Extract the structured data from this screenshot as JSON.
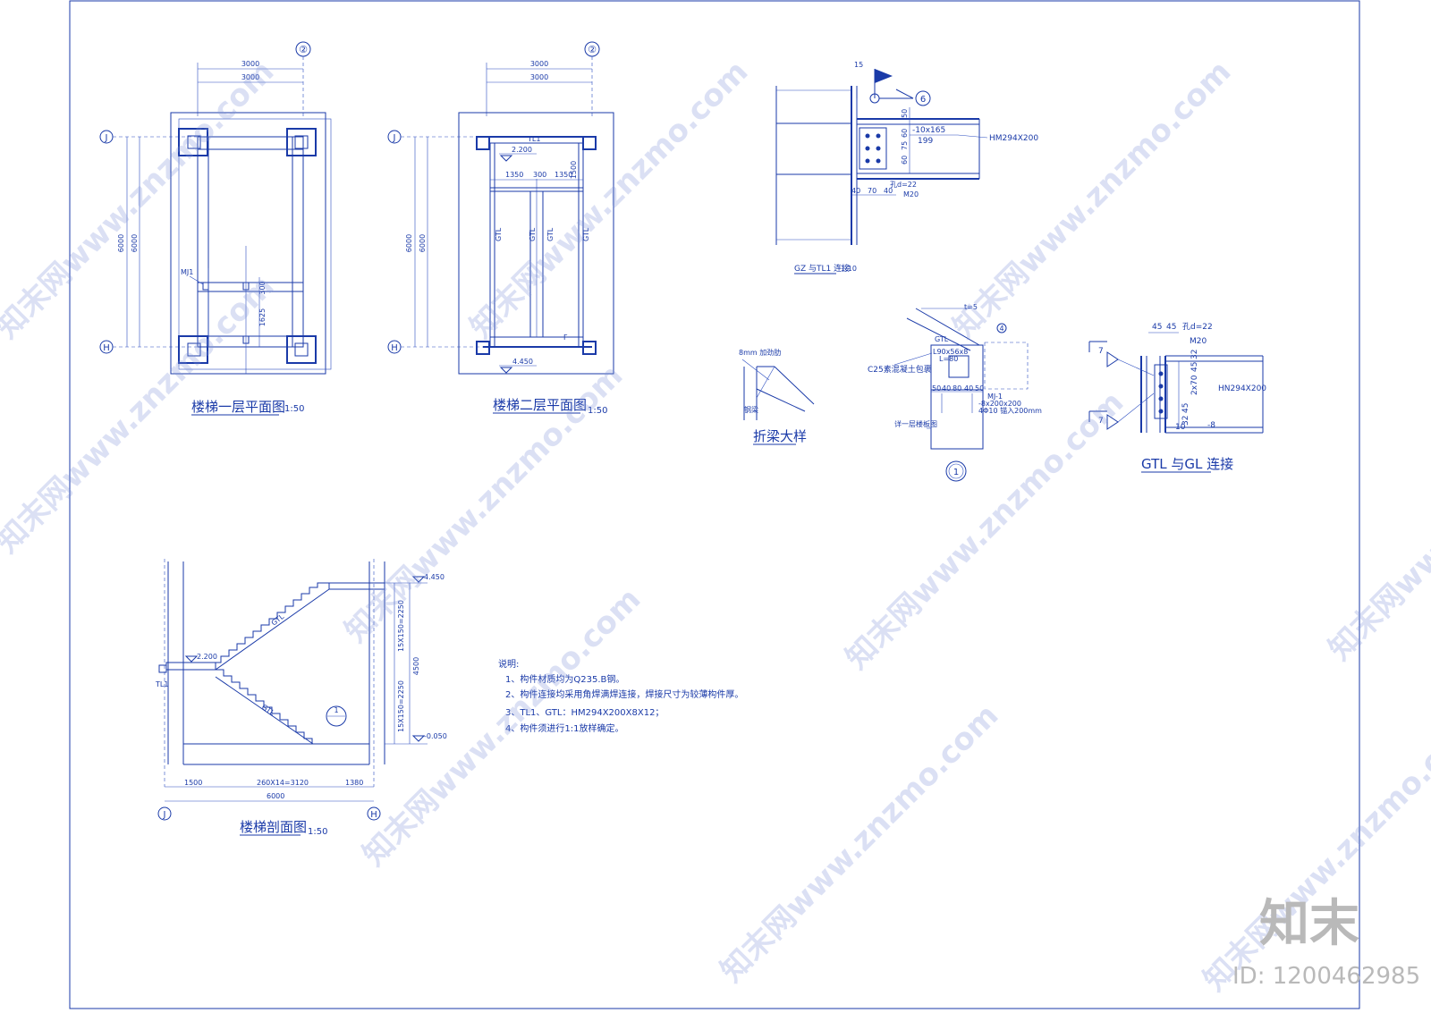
{
  "plan1": {
    "title": "楼梯一层平面图",
    "scale": "1:50",
    "axis_top": "②",
    "axis_j": "J",
    "axis_h": "H",
    "dim_top_outer": "3000",
    "dim_top_inner": "3000",
    "dim_left_outer": "6000",
    "dim_left_inner": "6000",
    "dim_mid_1": "300",
    "dim_mid_2": "1625",
    "label_mj": "MJ1"
  },
  "plan2": {
    "title": "楼梯二层平面图",
    "scale": "1:50",
    "axis_top": "②",
    "axis_j": "J",
    "axis_h": "H",
    "dim_top_outer": "3000",
    "dim_top_inner": "3000",
    "dim_left_outer": "6000",
    "dim_left_inner": "6000",
    "label_tl1": "TL1",
    "elev_top": "2.200",
    "elev_bottom": "4.450",
    "dim_a": "1350",
    "dim_b": "300",
    "dim_c": "1350",
    "dim_d": "1500",
    "gtl_1": "GTL",
    "gtl_2": "GTL",
    "gtl_3": "GTL",
    "gtl_4": "GTL",
    "label_f": "F"
  },
  "detail_gz": {
    "title": "GZ 与TL1 连接",
    "scale": "1:10",
    "dim_15": "15",
    "callout": "6",
    "plate": "-10x165",
    "plate_len": "199",
    "beam": "HM294X200",
    "dim_50": "50",
    "dim_60a": "60",
    "dim_75": "75",
    "dim_60b": "60",
    "dim_40a": "40",
    "dim_70": "70",
    "dim_40b": "40",
    "hole": "孔d=22",
    "bolt": "M20"
  },
  "detail_fold": {
    "title": "折梁大样",
    "stiffener": "8mm 加劲肋",
    "beam": "钢梁"
  },
  "detail_1": {
    "callout": "1",
    "weld": "t=5",
    "gtl": "GTL",
    "angle": "L90x56x8",
    "angle_len": "L=80",
    "concrete": "C25素混凝土包裹",
    "dims": [
      "50",
      "40",
      "80",
      "40",
      "50"
    ],
    "mj": "MJ-1",
    "plate": "-8x200x200",
    "anchor": "4Φ10 锚入200mm",
    "slab": "详一层楼板图",
    "marker": "4"
  },
  "detail_gtl": {
    "title": "GTL 与GL 连接",
    "dim_45a": "45",
    "dim_45b": "45",
    "hole": "孔d=22",
    "bolt": "M20",
    "dim_32a": "32",
    "dim_45c": "45",
    "dim_2x70": "2x70",
    "dim_45d": "45",
    "dim_32b": "32",
    "beam": "HN294X200",
    "dim_10": "10",
    "plate": "-8",
    "weld_a": "7",
    "weld_b": "7"
  },
  "section": {
    "title": "楼梯剖面图",
    "scale": "1:50",
    "axis_j": "J",
    "axis_h": "H",
    "elev_top": "4.450",
    "elev_mid": "2.200",
    "elev_bottom": "-0.050",
    "dim_run_top": "15X150=2250",
    "dim_run_bottom": "15X150=2250",
    "dim_total_h": "4500",
    "dim_left": "1500",
    "dim_steps": "260X14=3120",
    "dim_right": "1380",
    "dim_total": "6000",
    "label_tl1": "TL1",
    "label_gtl_top": "GTL",
    "label_gtl_bottom": "GTL",
    "callout": "1"
  },
  "notes": {
    "heading": "说明:",
    "items": [
      "1、构件材质均为Q235.B钢。",
      "2、构件连接均采用角焊满焊连接，焊接尺寸为较薄构件厚。",
      "3、TL1、GTL：HM294X200X8X12；",
      "4、构件须进行1:1放样确定。"
    ]
  },
  "watermark": {
    "text": "知末网www.znzmo.com",
    "brand": "知末",
    "id": "ID: 1200462985"
  }
}
